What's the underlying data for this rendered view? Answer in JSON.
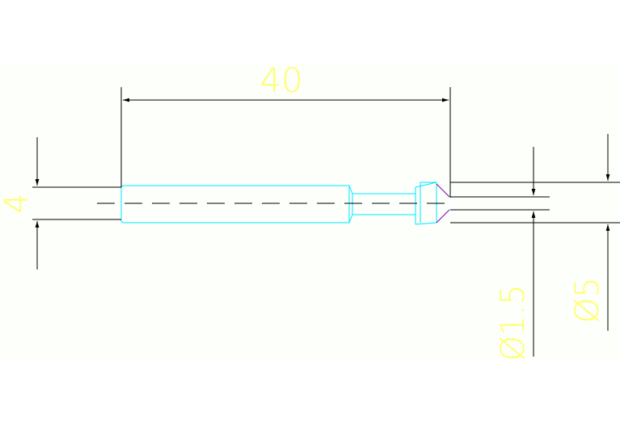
{
  "drawing": {
    "background_color": "#ffffff",
    "paper_color": "#fdfffb",
    "part_color": "#00e5ff",
    "line_color": "#000000",
    "accent_color": "#7a00a8",
    "dimension_text_color": "#ffff66"
  },
  "dimensions": {
    "length_label": "40",
    "height_label": "4",
    "small_diameter_label": "Ø1.5",
    "large_diameter_label": "Ø5"
  }
}
